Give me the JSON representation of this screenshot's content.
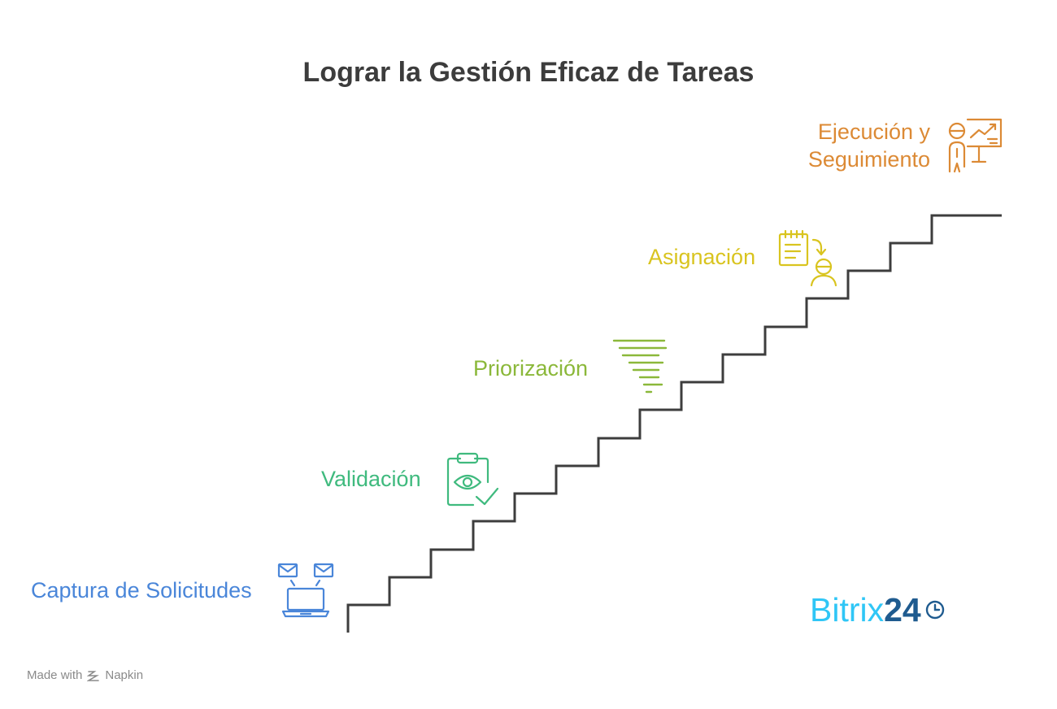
{
  "title": "Lograr la Gestión Eficaz de Tareas",
  "steps": [
    {
      "label": "Captura de Solicitudes",
      "color": "#4a86d9",
      "icon": "laptop-email-icon"
    },
    {
      "label": "Validación",
      "color": "#3fba7e",
      "icon": "clipboard-eye-check-icon"
    },
    {
      "label": "Priorización",
      "color": "#8bb83a",
      "icon": "funnel-lines-icon"
    },
    {
      "label": "Asignación",
      "color": "#d9c41f",
      "icon": "task-assign-person-icon"
    },
    {
      "label_line1": "Ejecución y",
      "label_line2": "Seguimiento",
      "color": "#dc8a35",
      "icon": "presenter-chart-icon"
    }
  ],
  "stair_color": "#3d3d3d",
  "brand": {
    "part1": "Bitrix",
    "part2": "24",
    "color1": "#2fc6f6",
    "color2": "#1f5b8f"
  },
  "footer": {
    "made_with": "Made with",
    "app": "Napkin"
  }
}
